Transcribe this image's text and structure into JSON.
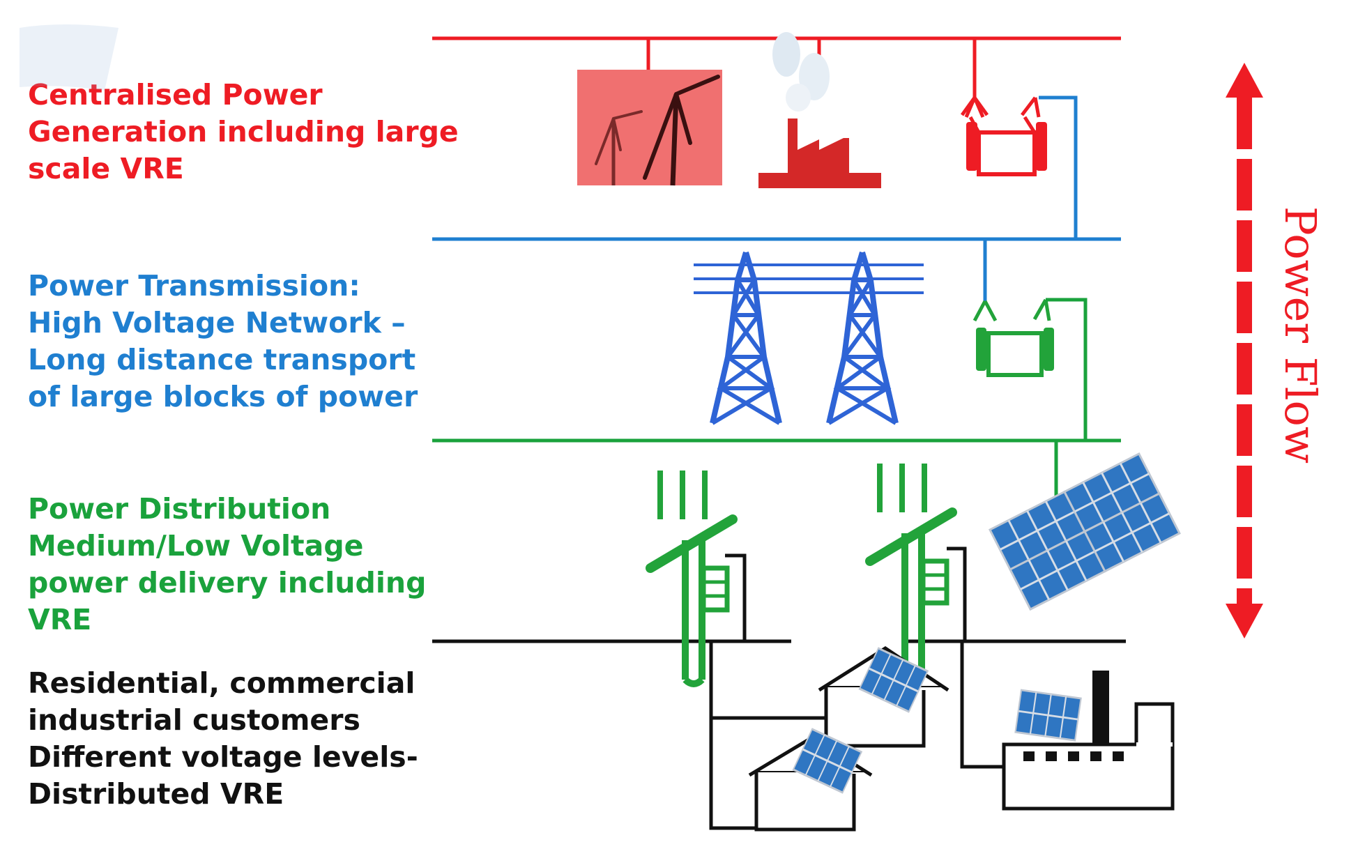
{
  "colors": {
    "generation": "#ee1c24",
    "transmission": "#1f7fd0",
    "distribution": "#1aa23c",
    "customer": "#111111",
    "tower": "#2e64d6",
    "pole": "#22a33a",
    "solar": "#2f76c2",
    "arrow": "#ee1c24",
    "wind_bg": "#f07070"
  },
  "sections": {
    "generation": {
      "lines": [
        "Centralised Power",
        "Generation including large",
        "scale VRE"
      ]
    },
    "transmission": {
      "lines": [
        "Power Transmission:",
        "High Voltage Network –",
        "Long distance transport",
        "of large blocks of power"
      ]
    },
    "distribution": {
      "lines": [
        "Power Distribution",
        "Medium/Low Voltage",
        "power delivery including",
        "VRE"
      ]
    },
    "customers": {
      "lines": [
        "Residential, commercial",
        "industrial customers",
        "Different voltage levels-",
        "Distributed VRE"
      ]
    }
  },
  "power_flow": {
    "label": "Power Flow"
  }
}
